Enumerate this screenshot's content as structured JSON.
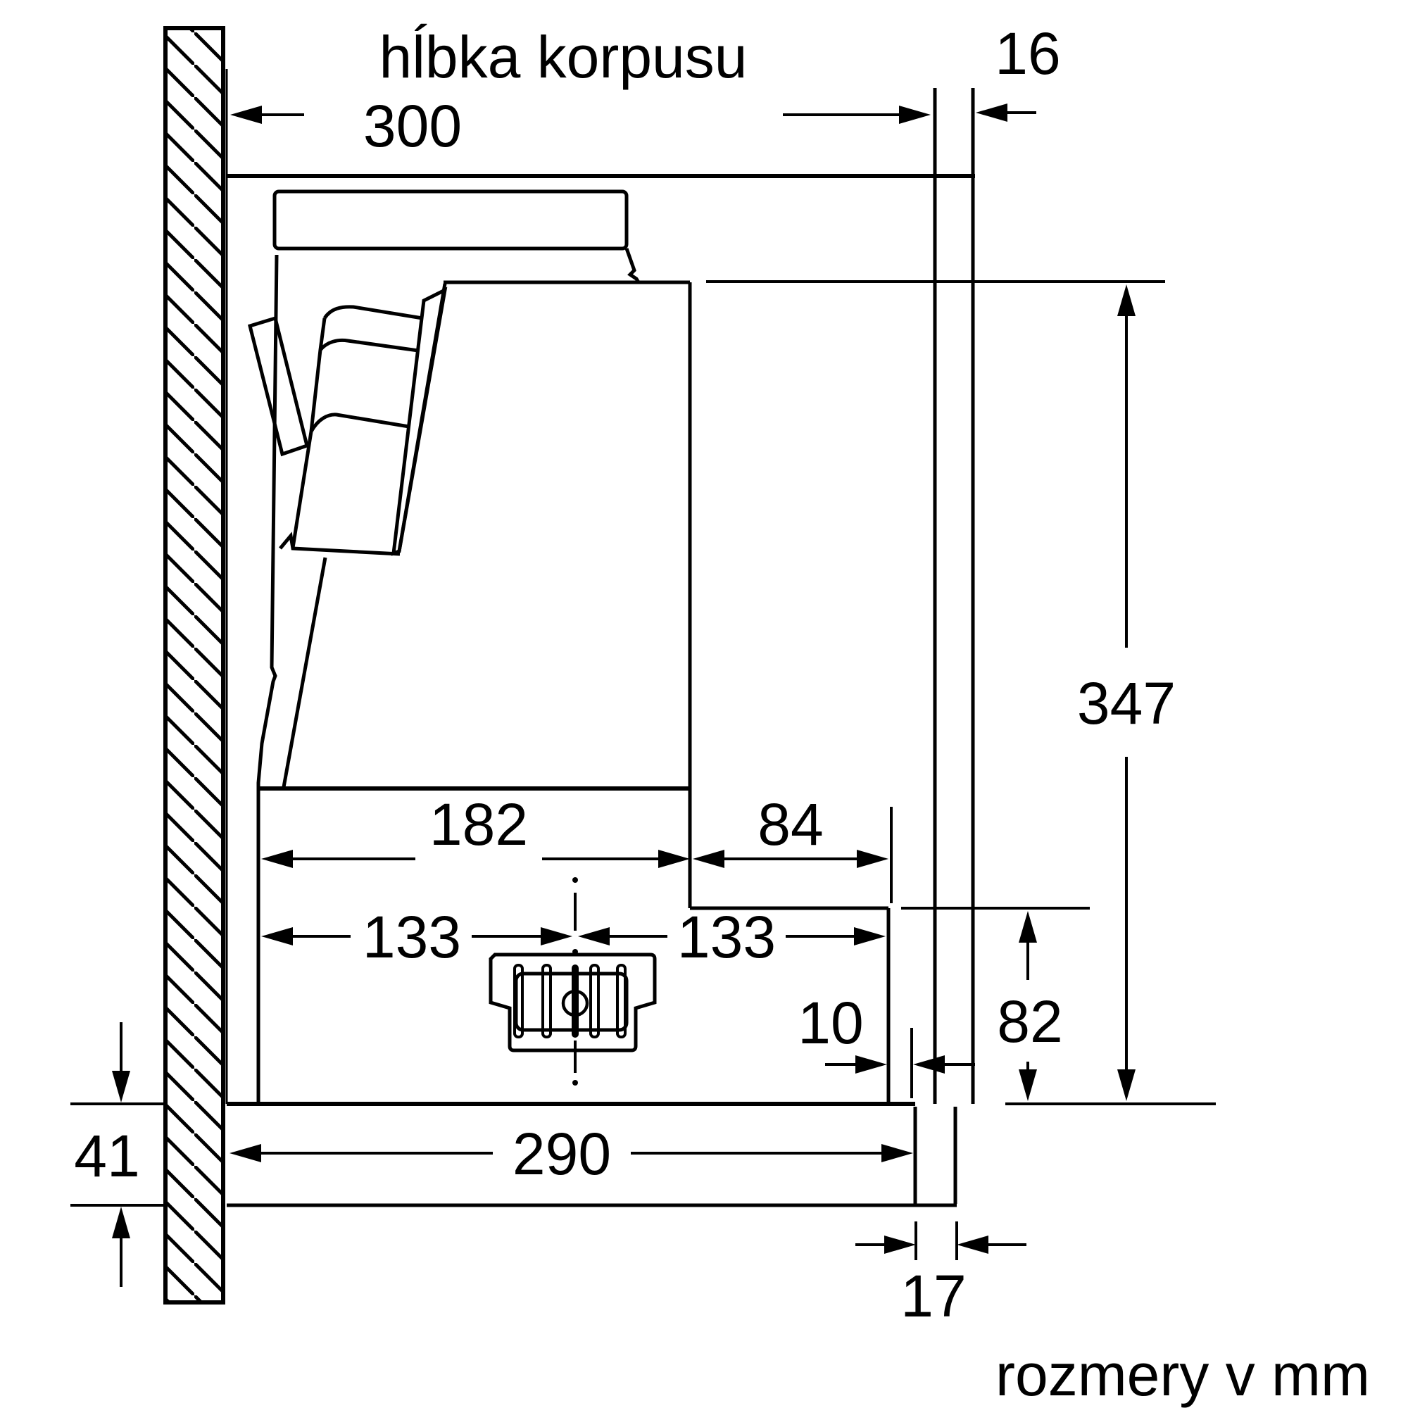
{
  "drawing": {
    "kind": "installation-dimension-diagram",
    "colors": {
      "line": "#000000",
      "background": "#ffffff"
    },
    "labels": {
      "depth_title": "hĺbka korpusu",
      "depth_value": "300",
      "panel_16": "16",
      "total_height": "347",
      "width_182": "182",
      "width_84": "84",
      "width_133_left": "133",
      "width_133_right": "133",
      "gap_10": "10",
      "height_82": "82",
      "width_290": "290",
      "height_41": "41",
      "panel_17": "17",
      "units_note": "rozmery v mm"
    }
  }
}
